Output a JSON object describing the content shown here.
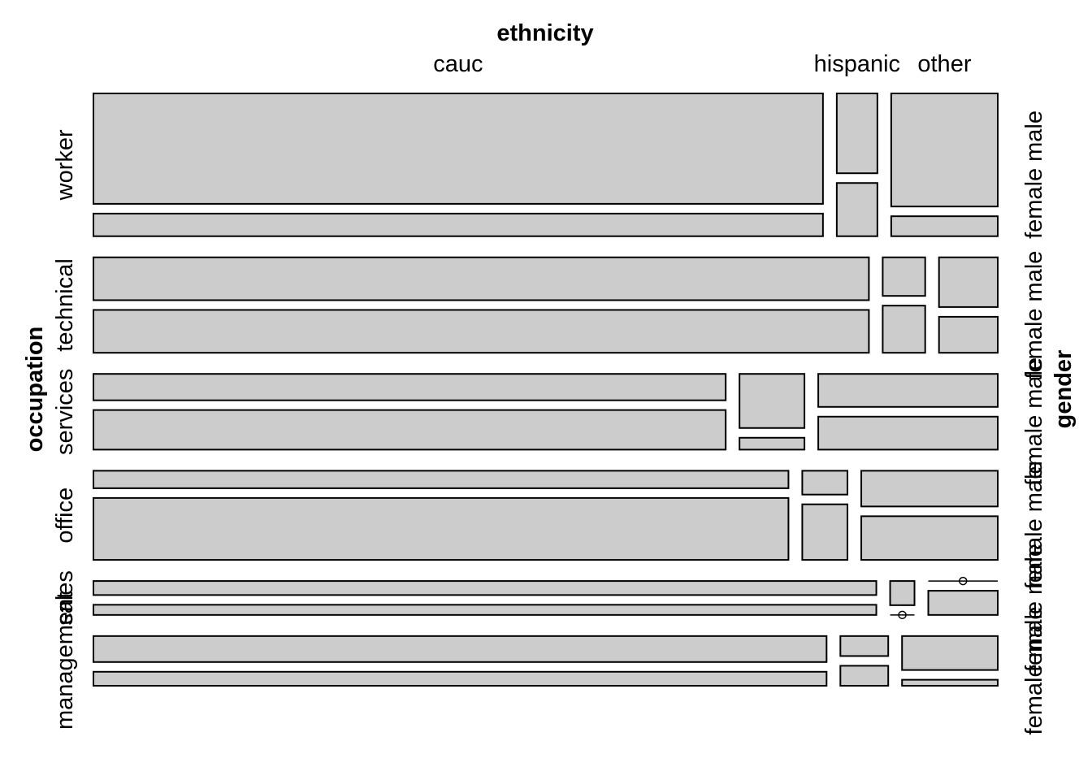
{
  "chart_data": {
    "type": "mosaic",
    "variables": {
      "horizontal": "ethnicity",
      "vertical": "occupation",
      "split": "gender"
    },
    "ethnicity_levels": [
      "cauc",
      "hispanic",
      "other"
    ],
    "occupation_levels_bottom_to_top": [
      "management",
      "sales",
      "office",
      "services",
      "technical",
      "worker"
    ],
    "gender_levels": [
      "female",
      "male"
    ],
    "colors": {
      "tile_fill": "#cccccc",
      "tile_border": "#000000",
      "background": "#ffffff"
    },
    "rows": [
      {
        "occupation": "worker",
        "row_weight": 0.181,
        "ethnicity_shares": [
          0.808,
          0.045,
          0.118
        ],
        "female_share": [
          0.17,
          0.4,
          0.15
        ]
      },
      {
        "occupation": "technical",
        "row_weight": 0.121,
        "ethnicity_shares": [
          0.858,
          0.047,
          0.065
        ],
        "female_share": [
          0.5,
          0.55,
          0.42
        ]
      },
      {
        "occupation": "services",
        "row_weight": 0.096,
        "ethnicity_shares": [
          0.701,
          0.072,
          0.199
        ],
        "female_share": [
          0.6,
          0.18,
          0.5
        ]
      },
      {
        "occupation": "office",
        "row_weight": 0.113,
        "ethnicity_shares": [
          0.769,
          0.05,
          0.151
        ],
        "female_share": [
          0.78,
          0.7,
          0.55
        ]
      },
      {
        "occupation": "sales",
        "row_weight": 0.043,
        "ethnicity_shares": [
          0.868,
          0.027,
          0.077
        ],
        "female_share": [
          0.42,
          0.0,
          1.0
        ]
      },
      {
        "occupation": "management",
        "row_weight": 0.063,
        "ethnicity_shares": [
          0.812,
          0.053,
          0.106
        ],
        "female_share": [
          0.35,
          0.5,
          0.15
        ]
      }
    ],
    "axis_labels": {
      "top_title": "ethnicity",
      "left_title": "occupation",
      "right_title": "gender"
    }
  }
}
